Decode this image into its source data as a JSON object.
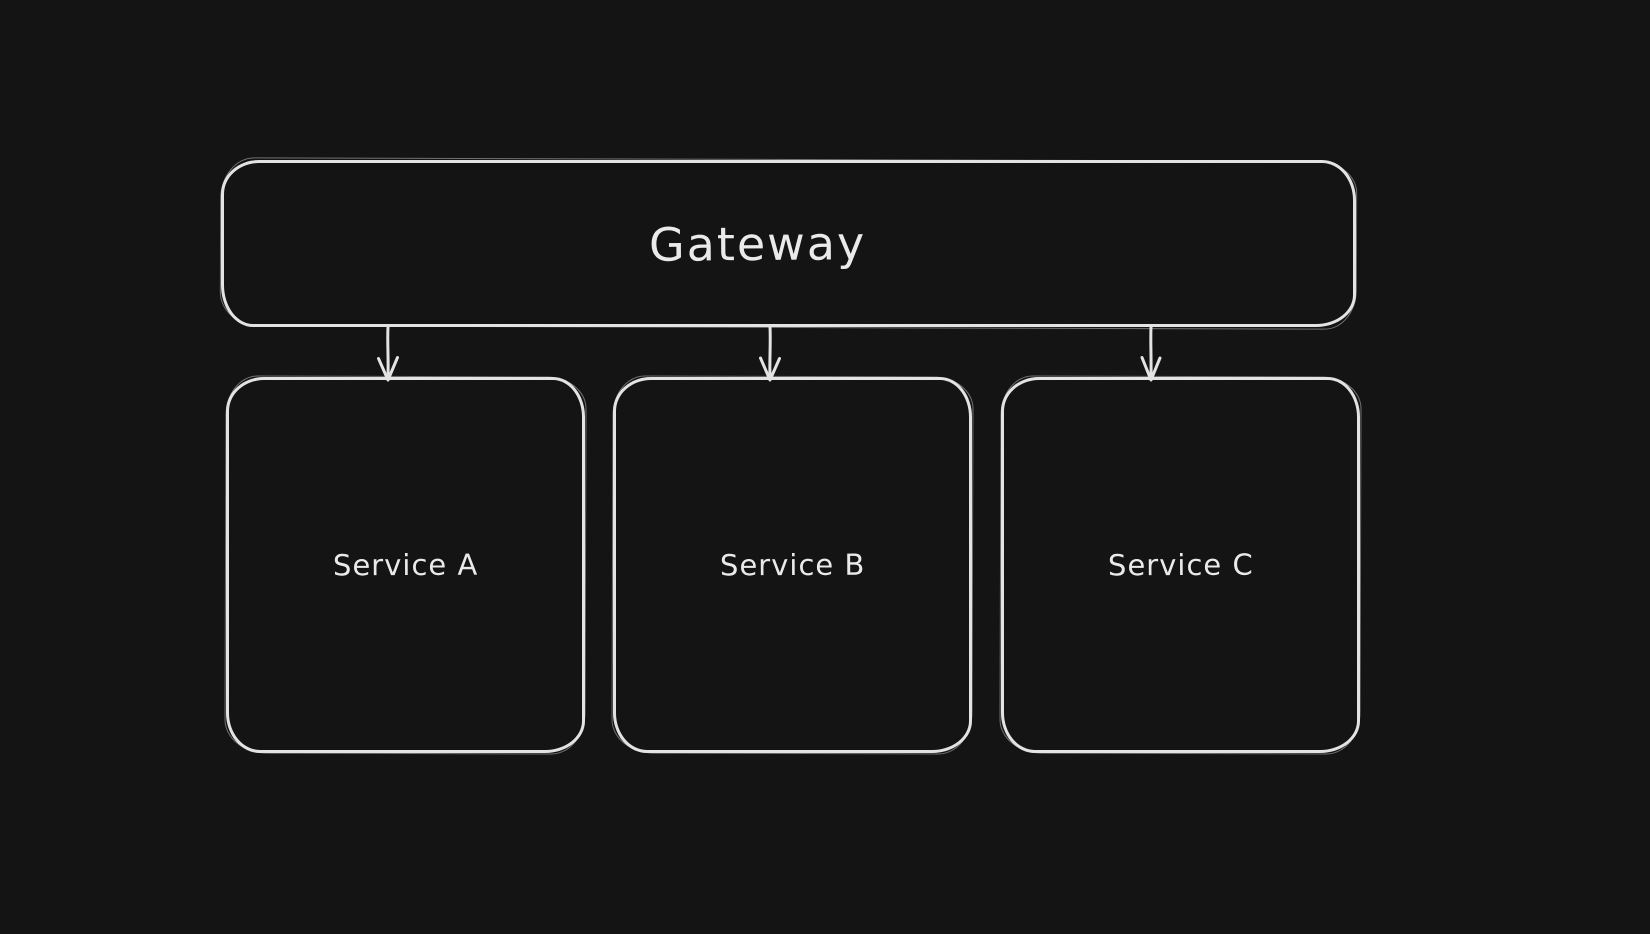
{
  "canvas": {
    "background_color": "#141414",
    "stroke_color": "#e3e3e3",
    "text_color": "#eaeaea",
    "style": "hand-drawn-sketch"
  },
  "diagram": {
    "type": "architecture-flowchart",
    "nodes": [
      {
        "id": "gateway",
        "label": "Gateway",
        "shape": "rounded-rectangle"
      },
      {
        "id": "service-a",
        "label": "Service A",
        "shape": "rounded-rectangle"
      },
      {
        "id": "service-b",
        "label": "Service B",
        "shape": "rounded-rectangle"
      },
      {
        "id": "service-c",
        "label": "Service C",
        "shape": "rounded-rectangle"
      }
    ],
    "edges": [
      {
        "from": "gateway",
        "to": "service-a",
        "style": "arrow",
        "direction": "down"
      },
      {
        "from": "gateway",
        "to": "service-b",
        "style": "arrow",
        "direction": "down"
      },
      {
        "from": "gateway",
        "to": "service-c",
        "style": "arrow",
        "direction": "down"
      }
    ]
  }
}
